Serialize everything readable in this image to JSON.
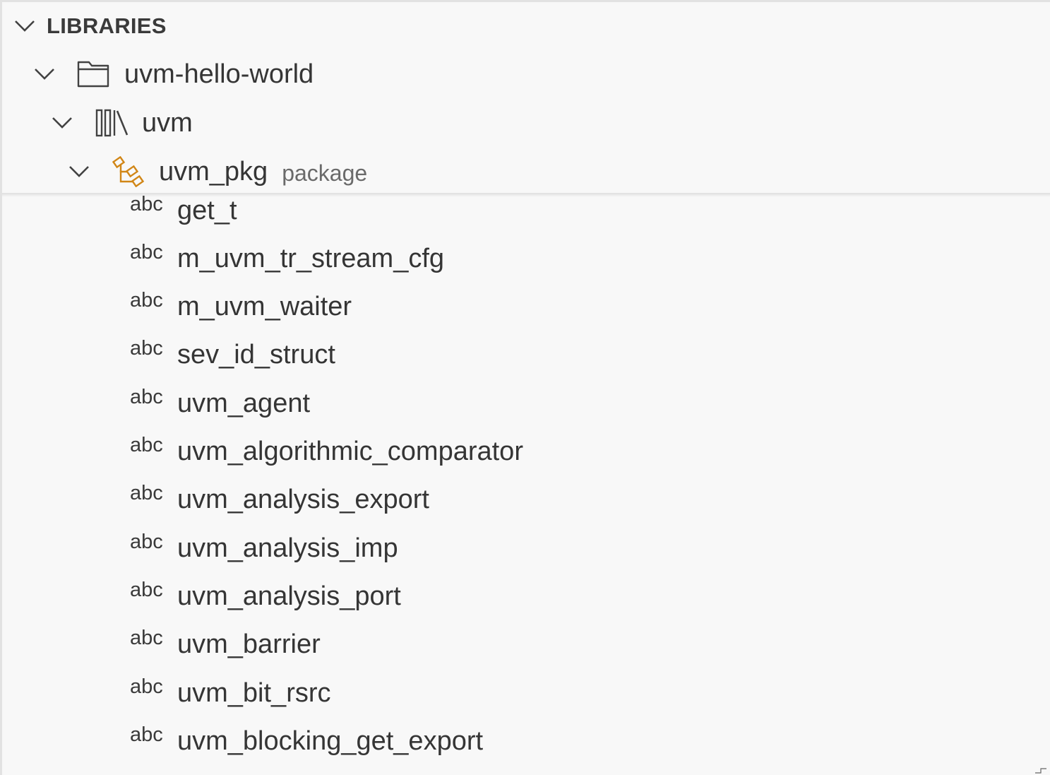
{
  "section": {
    "title": "LIBRARIES",
    "expanded": true
  },
  "tree": {
    "workspace": {
      "label": "uvm-hello-world",
      "icon": "folder-icon"
    },
    "library": {
      "label": "uvm",
      "icon": "library-icon"
    },
    "package": {
      "label": "uvm_pkg",
      "description": "package",
      "icon": "package-icon",
      "icon_color": "#d18616"
    },
    "symbol_icon_text": "abc",
    "symbols": [
      "get_t",
      "m_uvm_tr_stream_cfg",
      "m_uvm_waiter",
      "sev_id_struct",
      "uvm_agent",
      "uvm_algorithmic_comparator",
      "uvm_analysis_export",
      "uvm_analysis_imp",
      "uvm_analysis_port",
      "uvm_barrier",
      "uvm_bit_rsrc",
      "uvm_blocking_get_export"
    ]
  }
}
